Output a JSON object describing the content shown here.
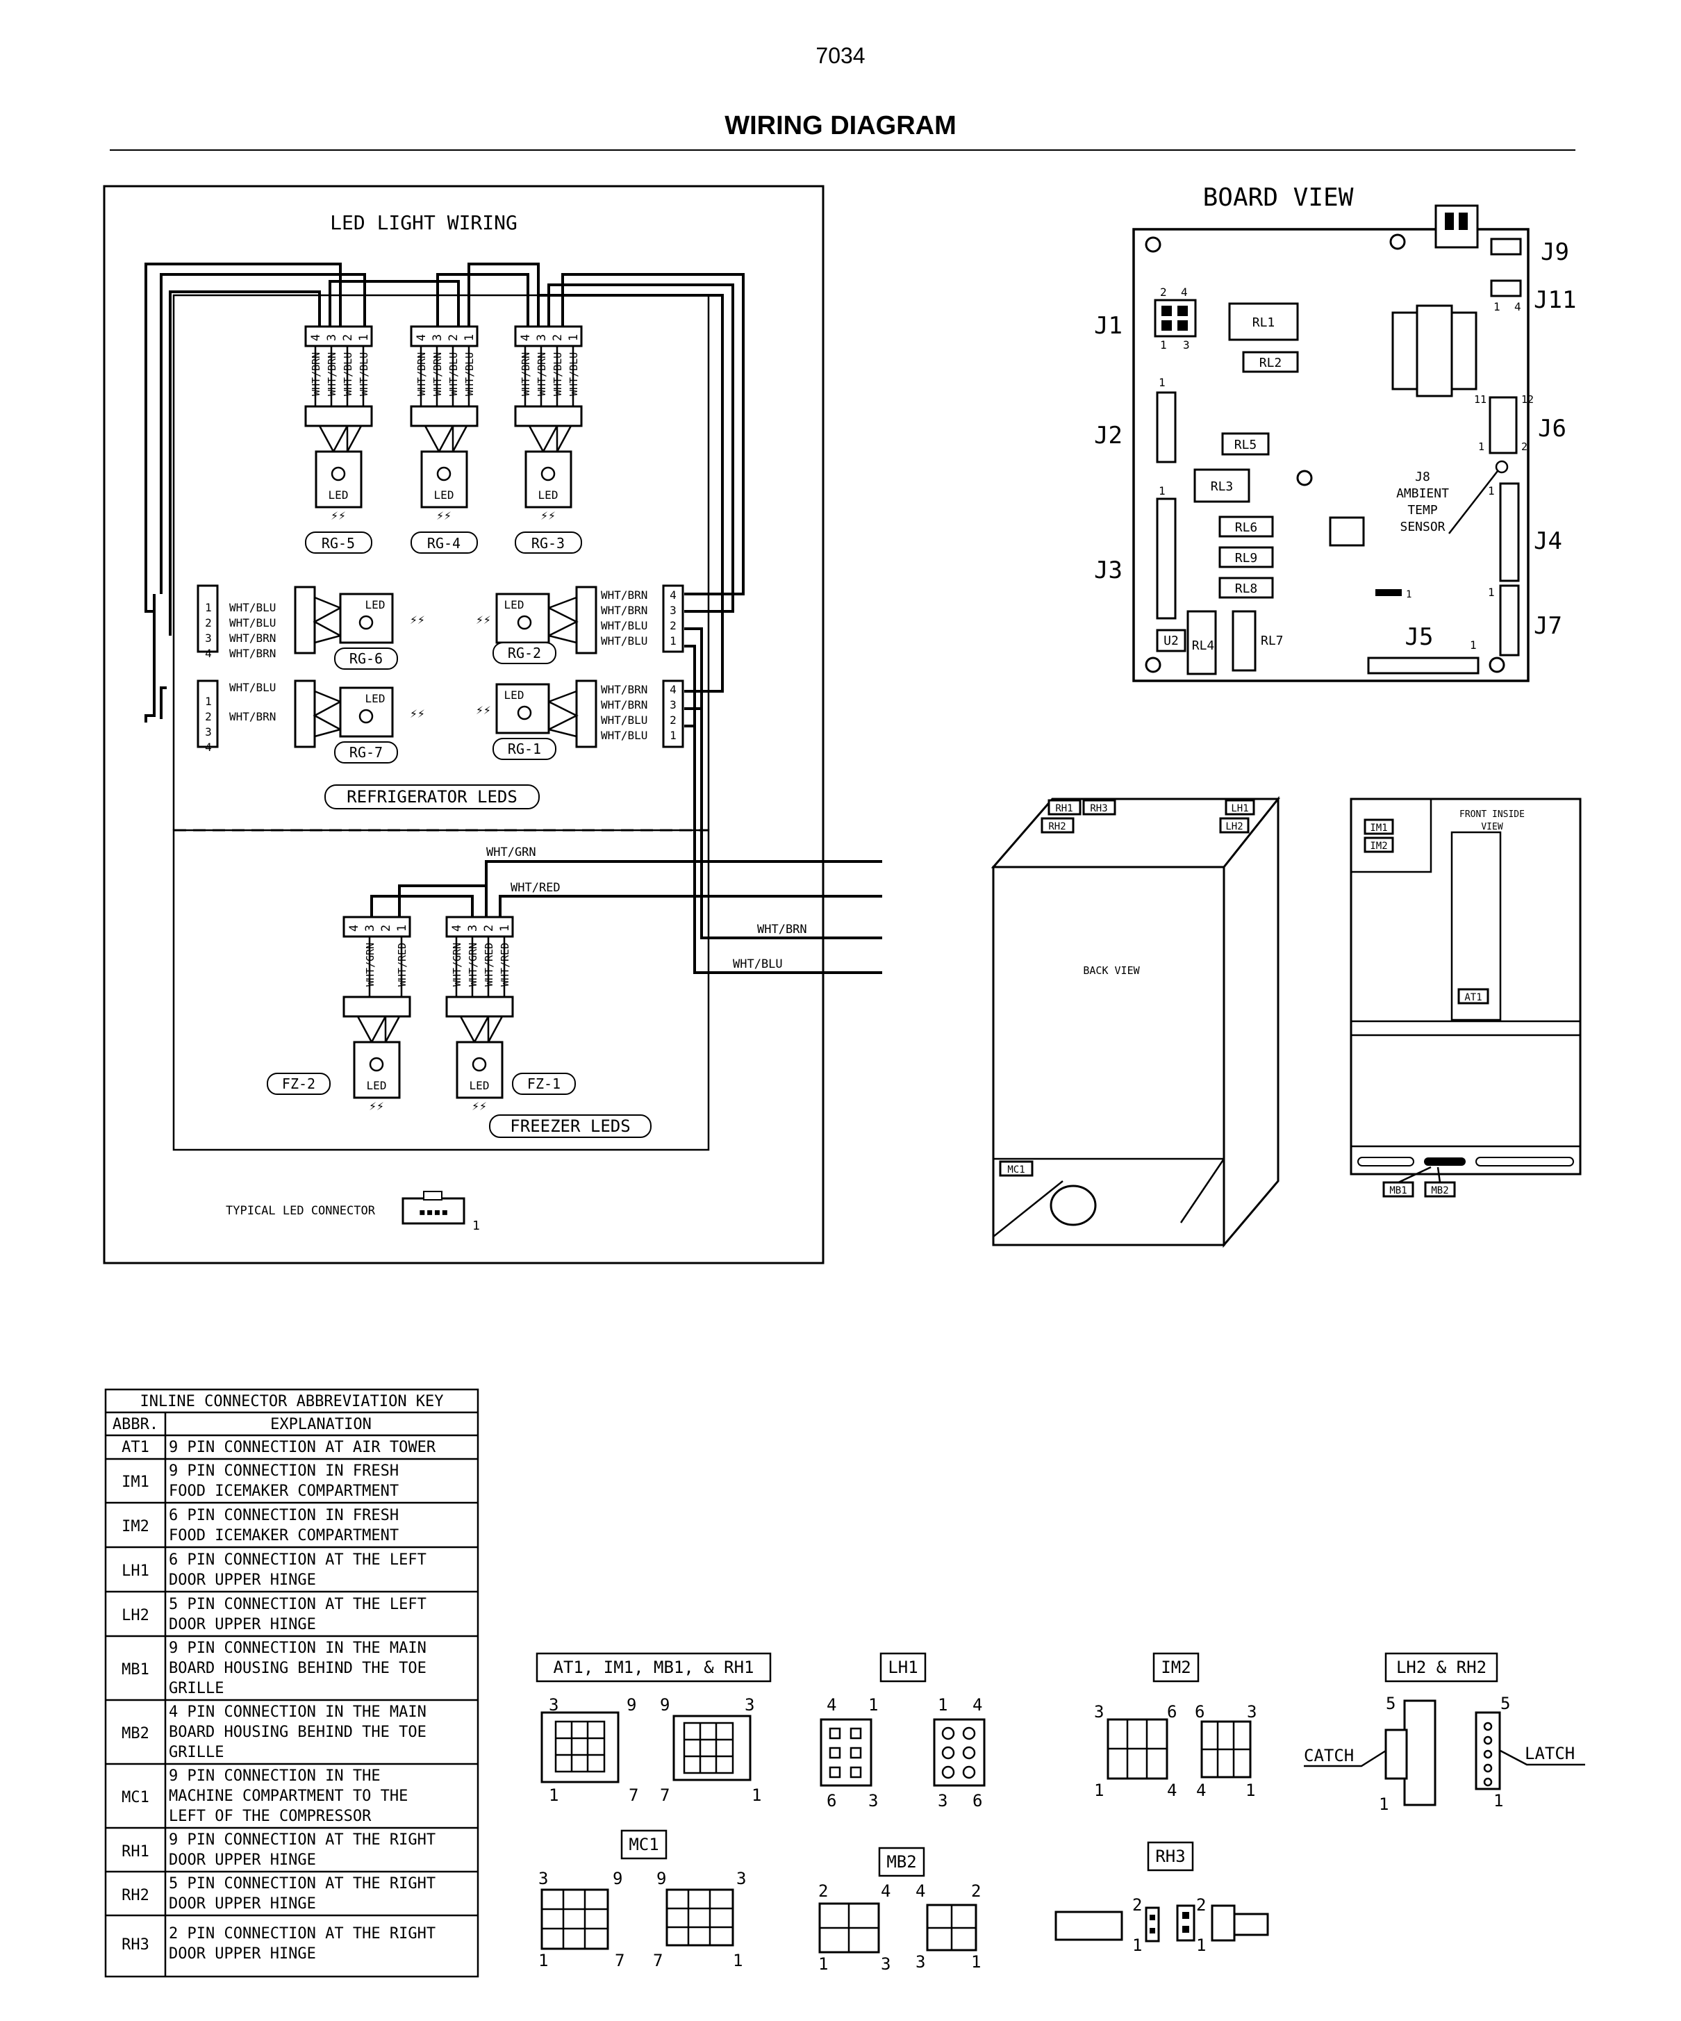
{
  "page": {
    "number": "7034",
    "title": "WIRING DIAGRAM"
  },
  "led_wiring": {
    "title": "LED LIGHT WIRING",
    "top_connectors": [
      {
        "pins": [
          "4",
          "3",
          "2",
          "1"
        ],
        "wires": [
          "WHT/BRN",
          "WHT/BRN",
          "WHT/BLU",
          "WHT/BLU"
        ],
        "led": "LED",
        "label": "RG-5"
      },
      {
        "pins": [
          "4",
          "3",
          "2",
          "1"
        ],
        "wires": [
          "WHT/BRN",
          "WHT/BRN",
          "WHT/BLU",
          "WHT/BLU"
        ],
        "led": "LED",
        "label": "RG-4"
      },
      {
        "pins": [
          "4",
          "3",
          "2",
          "1"
        ],
        "wires": [
          "WHT/BRN",
          "WHT/BRN",
          "WHT/BLU",
          "WHT/BLU"
        ],
        "led": "LED",
        "label": "RG-3"
      }
    ],
    "left_connectors": [
      {
        "pins": [
          "1",
          "2",
          "3",
          "4"
        ],
        "wires": [
          "WHT/BLU",
          "WHT/BLU",
          "WHT/BRN",
          "WHT/BRN"
        ],
        "led": "LED",
        "label": "RG-6"
      },
      {
        "pins": [
          "1",
          "2",
          "3",
          "4"
        ],
        "wires": [
          "WHT/BLU",
          "WHT/BRN"
        ],
        "led": "LED",
        "label": "RG-7"
      }
    ],
    "right_connectors": [
      {
        "pins": [
          "4",
          "3",
          "2",
          "1"
        ],
        "wires": [
          "WHT/BRN",
          "WHT/BRN",
          "WHT/BLU",
          "WHT/BLU"
        ],
        "led": "LED",
        "label": "RG-2"
      },
      {
        "pins": [
          "4",
          "3",
          "2",
          "1"
        ],
        "wires": [
          "WHT/BRN",
          "WHT/BRN",
          "WHT/BLU",
          "WHT/BLU"
        ],
        "led": "LED",
        "label": "RG-1"
      }
    ],
    "fridge_section_label": "REFRIGERATOR LEDS",
    "freezer_connectors": [
      {
        "pins": [
          "4",
          "3",
          "2",
          "1"
        ],
        "wires": [
          "WHT/GRN",
          "WHT/RED"
        ],
        "led": "LED",
        "label": "FZ-2"
      },
      {
        "pins": [
          "4",
          "3",
          "2",
          "1"
        ],
        "wires": [
          "WHT/GRN",
          "WHT/GRN",
          "WHT/RED",
          "WHT/RED"
        ],
        "led": "LED",
        "label": "FZ-1"
      }
    ],
    "freezer_section_label": "FREEZER LEDS",
    "outgoing_wires": [
      "WHT/GRN",
      "WHT/RED",
      "WHT/BRN",
      "WHT/BLU"
    ],
    "typical_connector_label": "TYPICAL LED CONNECTOR",
    "typical_connector_pin": "1"
  },
  "board_view": {
    "title": "BOARD VIEW",
    "connectors": {
      "J1": {
        "label": "J1",
        "pins_top": [
          "2",
          "4"
        ],
        "pins_bottom": [
          "1",
          "3"
        ]
      },
      "J2": {
        "label": "J2",
        "pin": "1"
      },
      "J3": {
        "label": "J3",
        "pin": "1"
      },
      "J4": {
        "label": "J4",
        "pin": "1"
      },
      "J5": {
        "label": "J5",
        "pin": "1"
      },
      "J6": {
        "label": "J6",
        "pins": [
          "11",
          "12",
          "1",
          "2"
        ]
      },
      "J7": {
        "label": "J7",
        "pin": "1"
      },
      "J9": {
        "label": "J9"
      },
      "J11": {
        "label": "J11",
        "pins": [
          "1",
          "4"
        ]
      }
    },
    "relays": [
      "RL1",
      "RL2",
      "RL5",
      "RL3",
      "RL6",
      "RL9",
      "RL8",
      "RL4",
      "RL7"
    ],
    "u2": "U2",
    "j8_label": [
      "J8",
      "AMBIENT",
      "TEMP",
      "SENSOR"
    ],
    "small_header_pin": "1"
  },
  "back_view": {
    "label": "BACK VIEW",
    "tags": [
      "RH1",
      "RH3",
      "RH2",
      "LH1",
      "LH2",
      "MC1"
    ]
  },
  "front_view": {
    "label": [
      "FRONT INSIDE",
      "VIEW"
    ],
    "tags": [
      "IM1",
      "IM2",
      "AT1",
      "MB1",
      "MB2"
    ]
  },
  "abbr_table": {
    "title": "INLINE CONNECTOR ABBREVIATION KEY",
    "headers": [
      "ABBR.",
      "EXPLANATION"
    ],
    "rows": [
      {
        "abbr": "AT1",
        "lines": [
          "9 PIN CONNECTION AT AIR TOWER"
        ]
      },
      {
        "abbr": "IM1",
        "lines": [
          "9 PIN CONNECTION IN FRESH",
          "FOOD ICEMAKER COMPARTMENT"
        ]
      },
      {
        "abbr": "IM2",
        "lines": [
          "6 PIN CONNECTION IN FRESH",
          "FOOD ICEMAKER COMPARTMENT"
        ]
      },
      {
        "abbr": "LH1",
        "lines": [
          "6 PIN CONNECTION AT THE LEFT",
          "DOOR UPPER HINGE"
        ]
      },
      {
        "abbr": "LH2",
        "lines": [
          "5 PIN CONNECTION AT THE LEFT",
          "DOOR UPPER HINGE"
        ]
      },
      {
        "abbr": "MB1",
        "lines": [
          "9 PIN CONNECTION IN THE MAIN",
          "BOARD HOUSING BEHIND THE TOE",
          "GRILLE"
        ]
      },
      {
        "abbr": "MB2",
        "lines": [
          "4 PIN CONNECTION IN THE MAIN",
          "BOARD HOUSING BEHIND THE TOE",
          "GRILLE"
        ]
      },
      {
        "abbr": "MC1",
        "lines": [
          "9 PIN CONNECTION IN THE",
          "MACHINE COMPARTMENT TO THE",
          "LEFT OF THE COMPRESSOR"
        ]
      },
      {
        "abbr": "RH1",
        "lines": [
          "9 PIN CONNECTION AT THE RIGHT",
          "DOOR UPPER HINGE"
        ]
      },
      {
        "abbr": "RH2",
        "lines": [
          "5 PIN CONNECTION AT THE RIGHT",
          "DOOR UPPER HINGE"
        ]
      },
      {
        "abbr": "RH3",
        "lines": [
          "2 PIN CONNECTION AT THE RIGHT",
          "DOOR UPPER HINGE"
        ]
      }
    ]
  },
  "connector_pictorials": [
    {
      "title": "AT1, IM1, MB1, & RH1",
      "pins": [
        "3",
        "9",
        "9",
        "3",
        "1",
        "7",
        "7",
        "1"
      ]
    },
    {
      "title": "LH1",
      "pins": [
        "4",
        "1",
        "1",
        "4",
        "6",
        "3",
        "3",
        "6"
      ]
    },
    {
      "title": "IM2",
      "pins": [
        "3",
        "6",
        "6",
        "3",
        "1",
        "4",
        "4",
        "1"
      ]
    },
    {
      "title": "LH2 & RH2",
      "pins": [
        "5",
        "5",
        "1",
        "1"
      ],
      "left_text": "CATCH",
      "right_text": "LATCH"
    },
    {
      "title": "MC1",
      "pins": [
        "3",
        "9",
        "9",
        "3",
        "1",
        "7",
        "7",
        "1"
      ]
    },
    {
      "title": "MB2",
      "pins": [
        "2",
        "4",
        "4",
        "2",
        "1",
        "3",
        "3",
        "1"
      ]
    },
    {
      "title": "RH3",
      "pins": [
        "2",
        "1",
        "2",
        "1"
      ]
    }
  ]
}
